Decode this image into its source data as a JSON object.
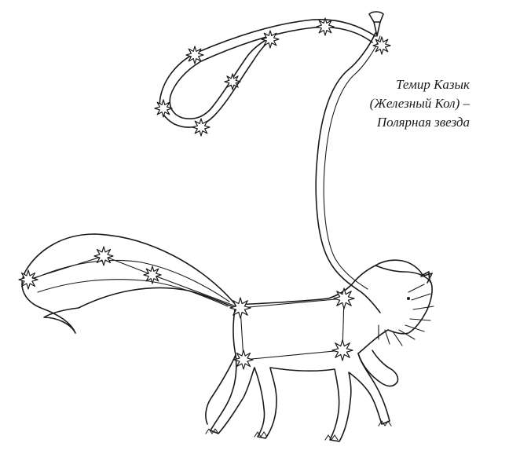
{
  "caption": {
    "line1": "Темир Казык",
    "line2": "(Железный Кол) –",
    "line3": "Полярная звезда"
  },
  "colors": {
    "ink": "#1a1a1a",
    "background": "#ffffff"
  },
  "icons": [
    "iron-stake-icon",
    "star-icon",
    "horse-figure"
  ]
}
